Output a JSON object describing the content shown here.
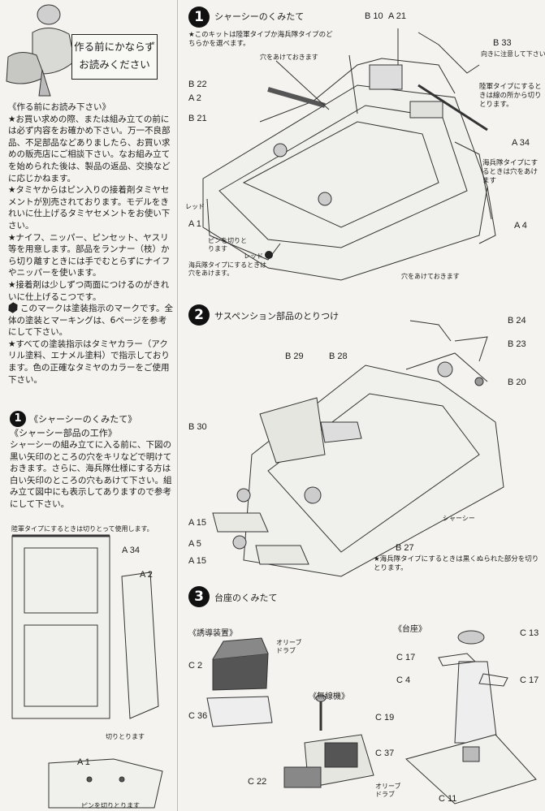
{
  "header": {
    "title_line1": "作る前にかならず",
    "title_line2": "お読みください"
  },
  "intro": {
    "heading": "《作る前にお読み下さい》",
    "p1": "★お買い求めの際、または組み立ての前には必ず内容をお確かめ下さい。万一不良部品、不足部品などありましたら、お買い求めの販売店にご相談下さい。なお組み立てを始められた後は、製品の返品、交換などに応じかねます。",
    "p2": "★タミヤからはピン入りの接着剤タミヤセメントが別売されております。モデルをきれいに仕上げるタミヤセメントをお使い下さい。",
    "p3": "★ナイフ、ニッパー、ピンセット、ヤスリ等を用意します。部品をランナー（枝）から切り離すときには手でむとらずにナイフやニッパーを使います。",
    "p4": "★接着剤は少しずつ両面につけるのがきれいに仕上げるこつです。",
    "p5": "このマークは塗装指示のマークです。全体の塗装とマーキングは、6ページを参考にして下さい。",
    "p6": "★すべての塗装指示はタミヤカラー（アクリル塗料、エナメル塗料）で指示しております。色の正確なタミヤのカラーをご使用下さい。"
  },
  "step1_left": {
    "number": "1",
    "title": "《シャーシーのくみたて》",
    "subtitle": "《シャーシー部品の工作》",
    "text": "シャーシーの組み立てに入る前に、下図の黒い矢印のところの穴をキリなどで明けておきます。さらに、海兵隊仕様にする方は白い矢印のところの穴もあけて下さい。組み立て図中にも表示してありますので参考にして下さい。",
    "note_cut": "陸軍タイプにするときは切りとって使用します。",
    "label_a34": "A 34",
    "label_a2": "A 2",
    "label_cut": "切りとります",
    "label_a1": "A 1",
    "label_pin": "ピンを切りとります"
  },
  "step1": {
    "number": "1",
    "title": "シャーシーのくみたて",
    "note": "★このキットは陸軍タイプか海兵隊タイプのどちらかを選べます。",
    "hole_note": "穴をあけておきます",
    "hole_note2": "穴をあけておきます",
    "army_note": "陸軍タイプにするときは線の所から切りとります。",
    "marine_note": "海兵隊タイプにするときは穴をあけます",
    "marine_note2": "海兵隊タイプにするときは穴をあけます。",
    "direction_note": "向きに注意して下さい。",
    "red": "レッド",
    "red2": "レッド",
    "pin_cut": "ピンを切りとります",
    "parts": {
      "b10": "B 10",
      "a21": "A 21",
      "b33": "B 33",
      "b22": "B 22",
      "a2": "A 2",
      "b21": "B 21",
      "a34": "A 34",
      "a1": "A 1",
      "a4": "A 4"
    }
  },
  "step2": {
    "number": "2",
    "title": "サスペンション部品のとりつけ",
    "marine_note": "★海兵隊タイプにするときは黒くぬられた部分を切りとります。",
    "chassis": "シャーシー",
    "parts": {
      "b24": "B 24",
      "b23": "B 23",
      "b20": "B 20",
      "b29": "B 29",
      "b28": "B 28",
      "b30": "B 30",
      "a15a": "A 15",
      "a5": "A 5",
      "a15b": "A 15",
      "b27": "B 27"
    }
  },
  "step3": {
    "number": "3",
    "title": "台座のくみたて",
    "guidance": "《誘導装置》",
    "radio": "《無線機》",
    "base": "《台座》",
    "olive1": "オリーブドラブ",
    "olive2": "オリーブドラブ",
    "parts": {
      "c2": "C 2",
      "c36": "C 36",
      "c19": "C 19",
      "c37": "C 37",
      "c22": "C 22",
      "c13": "C 13",
      "c17a": "C 17",
      "c4": "C 4",
      "c17b": "C 17",
      "c11": "C 11"
    }
  }
}
